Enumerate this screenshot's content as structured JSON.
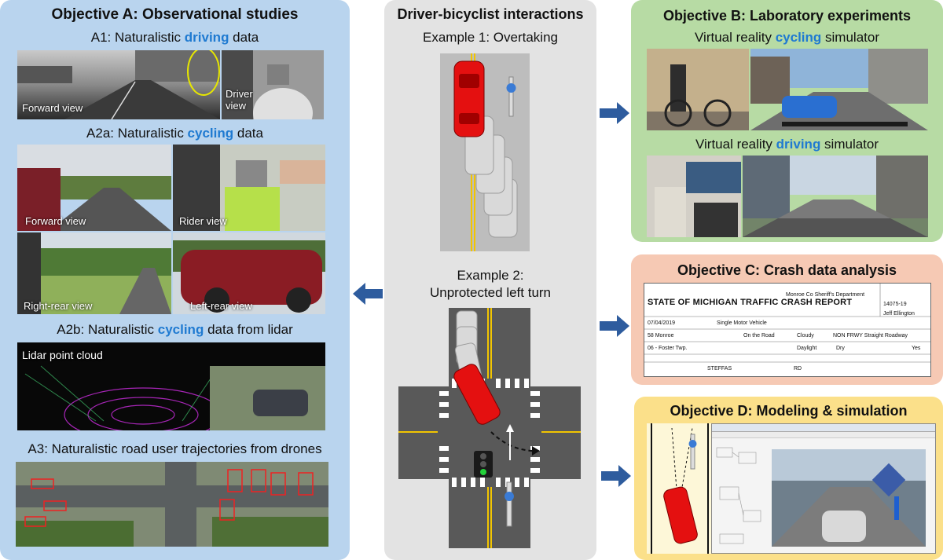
{
  "colors": {
    "panel_a": "#b9d4ee",
    "panel_center": "#e3e3e3",
    "panel_b": "#b7dba4",
    "panel_c": "#f6c9b4",
    "panel_d": "#fbe08a",
    "arrow": "#2e5c9e",
    "highlight": "#1f7ad1",
    "car": "#e41010",
    "lidar": "#b829c9"
  },
  "objective_a": {
    "title": "Objective A: Observational studies",
    "a1": {
      "pre": "A1: Naturalistic ",
      "hl": "driving",
      "post": " data",
      "forward": "Forward view",
      "driver1": "Driver",
      "driver2": "view"
    },
    "a2a": {
      "pre": "A2a: Naturalistic ",
      "hl": "cycling",
      "post": " data",
      "forward": "Forward view",
      "rider": "Rider view",
      "rightrear": "Right-rear view",
      "leftrear": "Left-rear view"
    },
    "a2b": {
      "pre": "A2b: Naturalistic ",
      "hl": "cycling",
      "post": " data from lidar",
      "cloud": "Lidar point cloud"
    },
    "a3": {
      "label": "A3: Naturalistic road user trajectories from drones"
    }
  },
  "center": {
    "title": "Driver-bicyclist interactions",
    "example1": "Example 1: Overtaking",
    "example2_line1": "Example 2:",
    "example2_line2": "Unprotected left turn"
  },
  "objective_b": {
    "title": "Objective B: Laboratory experiments",
    "cycling": {
      "pre": "Virtual reality ",
      "hl": "cycling",
      "post": " simulator"
    },
    "driving": {
      "pre": "Virtual reality ",
      "hl": "driving",
      "post": " simulator"
    }
  },
  "objective_c": {
    "title": "Objective C: Crash data analysis",
    "report_title": "STATE OF MICHIGAN TRAFFIC CRASH REPORT",
    "agency": "Monroe Co Sheriff's Department",
    "date": "07/04/2019",
    "county": "58   Monroe",
    "unit": "Single Motor Vehicle",
    "officer": "Jeff Ellington",
    "location": "On the Road",
    "road": "NON FRWY Straight Roadway",
    "light": "Daylight",
    "surface": "Dry",
    "township": "06 - Foster Twp.",
    "street": "STEFFAS",
    "suffix": "RD",
    "weather": "Cloudy",
    "report_no": "14075-19",
    "yes": "Yes"
  },
  "objective_d": {
    "title": "Objective D: Modeling & simulation"
  }
}
